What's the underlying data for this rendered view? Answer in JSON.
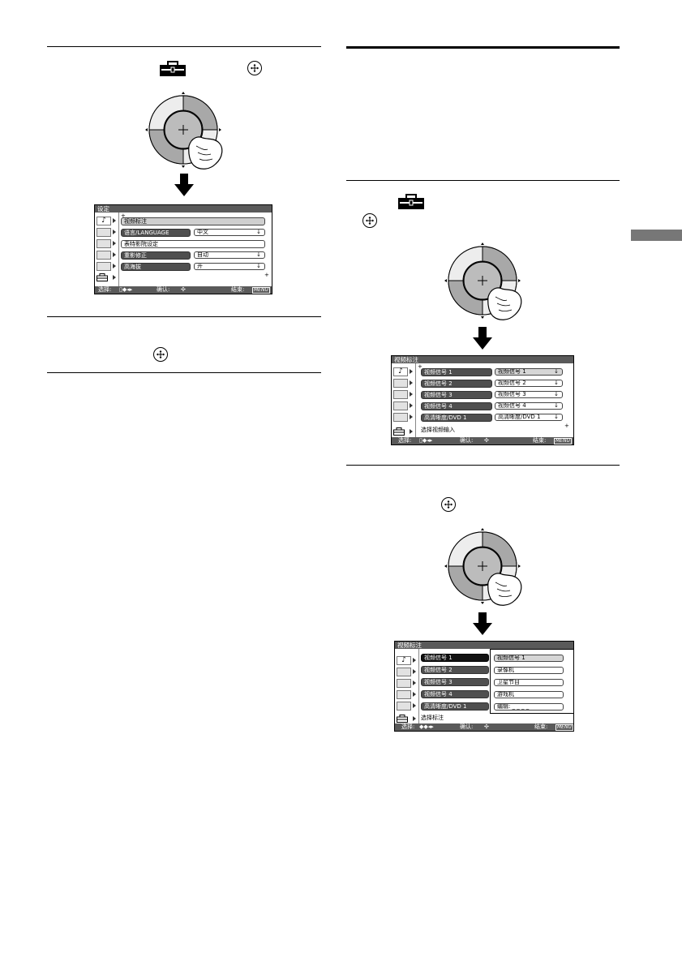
{
  "screen1": {
    "title": "设定",
    "items": [
      {
        "label": "视频标注",
        "value": ""
      },
      {
        "label": "语言/LANGUAGE",
        "value": "中文"
      },
      {
        "label": "表特影院设定",
        "value": ""
      },
      {
        "label": "重影修正",
        "value": "自动"
      },
      {
        "label": "高海拔",
        "value": "开"
      }
    ],
    "footer": {
      "select": "选择:",
      "confirm": "确认:",
      "end": "结束:",
      "menu_key": "MENU"
    }
  },
  "screen2": {
    "title": "视频标注",
    "items": [
      {
        "label": "视频信号 1",
        "value": "视频信号 1"
      },
      {
        "label": "视频信号 2",
        "value": "视频信号 2"
      },
      {
        "label": "视频信号 3",
        "value": "视频信号 3"
      },
      {
        "label": "视频信号 4",
        "value": "视频信号 4"
      },
      {
        "label": "高清晰度/DVD 1",
        "value": "高清晰度/DVD 1"
      }
    ],
    "hint": "选择视频输入",
    "footer": {
      "select": "选择:",
      "confirm": "确认:",
      "end": "结束:",
      "menu_key": "MENU"
    }
  },
  "screen3": {
    "title": "视频标注",
    "items": [
      {
        "label": "视频信号 1"
      },
      {
        "label": "视频信号 2"
      },
      {
        "label": "视频信号 3"
      },
      {
        "label": "视频信号 4"
      },
      {
        "label": "高清晰度/DVD 1"
      }
    ],
    "options": [
      "视频信号 1",
      "录像机",
      "卫星节目",
      "游戏机",
      "编辑: _ _ _ _"
    ],
    "hint": "选择标注",
    "footer": {
      "select": "选择:",
      "confirm": "确认:",
      "end": "结束:",
      "menu_key": "MENU"
    }
  }
}
